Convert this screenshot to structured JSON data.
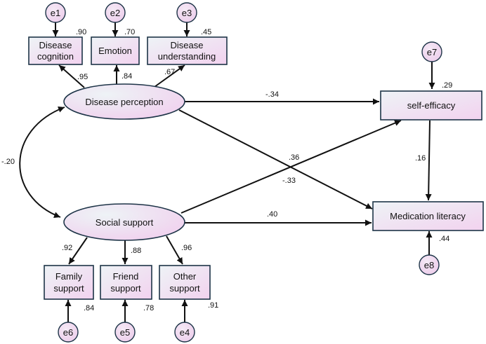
{
  "latent": {
    "disease_perception": "Disease perception",
    "social_support": "Social support"
  },
  "observed": {
    "disease_cognition": [
      "Disease",
      "cognition"
    ],
    "emotion": [
      "Emotion"
    ],
    "disease_understanding": [
      "Disease",
      "understanding"
    ],
    "family_support": [
      "Family",
      "support"
    ],
    "friend_support": [
      "Friend",
      "support"
    ],
    "other_support": [
      "Other",
      "support"
    ],
    "self_efficacy": [
      "self-efficacy"
    ],
    "medication_literacy": [
      "Medication literacy"
    ]
  },
  "errors": {
    "e1": "e1",
    "e2": "e2",
    "e3": "e3",
    "e4": "e4",
    "e5": "e5",
    "e6": "e6",
    "e7": "e7",
    "e8": "e8"
  },
  "r_squared": {
    "disease_cognition": ".90",
    "emotion": ".70",
    "disease_understanding": ".45",
    "family_support": ".84",
    "friend_support": ".78",
    "other_support": ".91",
    "self_efficacy": ".29",
    "medication_literacy": ".44"
  },
  "loadings": {
    "dp_disease_cognition": ".95",
    "dp_emotion": ".84",
    "dp_disease_understanding": ".67",
    "ss_family_support": ".92",
    "ss_friend_support": ".88",
    "ss_other_support": ".96"
  },
  "paths": {
    "dp_self_efficacy": "-.34",
    "dp_medication_literacy": "-.33",
    "ss_self_efficacy": ".36",
    "ss_medication_literacy": ".40",
    "self_efficacy_medication_literacy": ".16"
  },
  "covariance": {
    "dp_ss": "-.20"
  },
  "colors": {
    "node_fill_light": "#eef3f6",
    "node_fill_pink": "#f2d2ef",
    "border": "#1d3447",
    "arrow": "#111111"
  }
}
